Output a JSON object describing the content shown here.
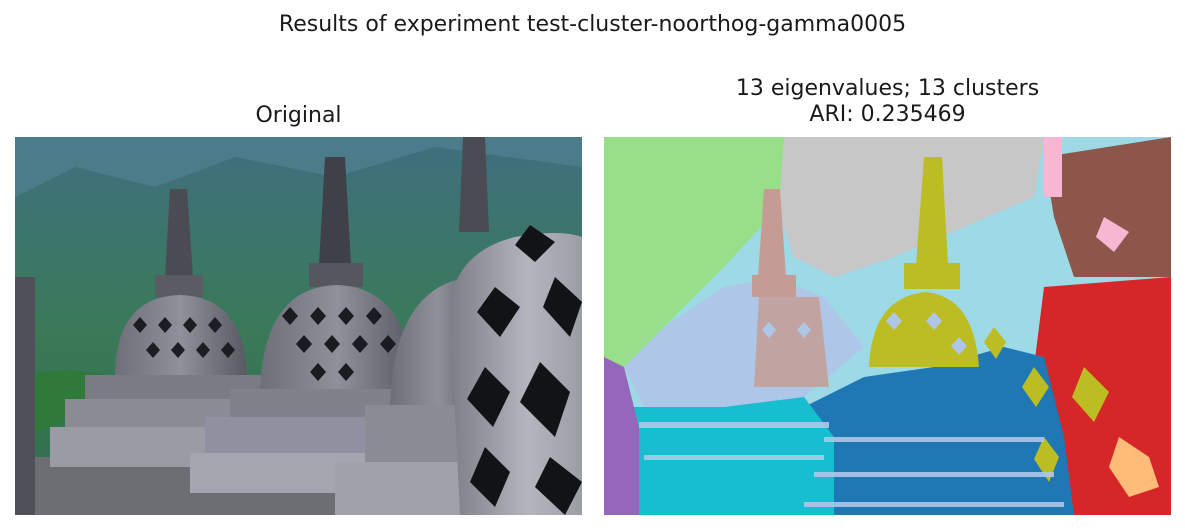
{
  "figure": {
    "suptitle": "Results of experiment test-cluster-noorthog-gamma0005"
  },
  "left_panel": {
    "title": "Original"
  },
  "right_panel": {
    "title_line1": "13 eigenvalues; 13 clusters",
    "title_line2": "ARI: 0.235469"
  },
  "colors": {
    "green": "#98df8a",
    "light_gray": "#c7c7c7",
    "light_blue": "#9edae5",
    "brown": "#8c564b",
    "pink": "#f7b6d2",
    "red": "#d62728",
    "blue": "#1f77b4",
    "cyan": "#17becf",
    "olive": "#bcbd22",
    "salmon": "#c49c94",
    "purple": "#9467bd",
    "peach": "#ffbb78",
    "periwinkle": "#aec7e8"
  }
}
